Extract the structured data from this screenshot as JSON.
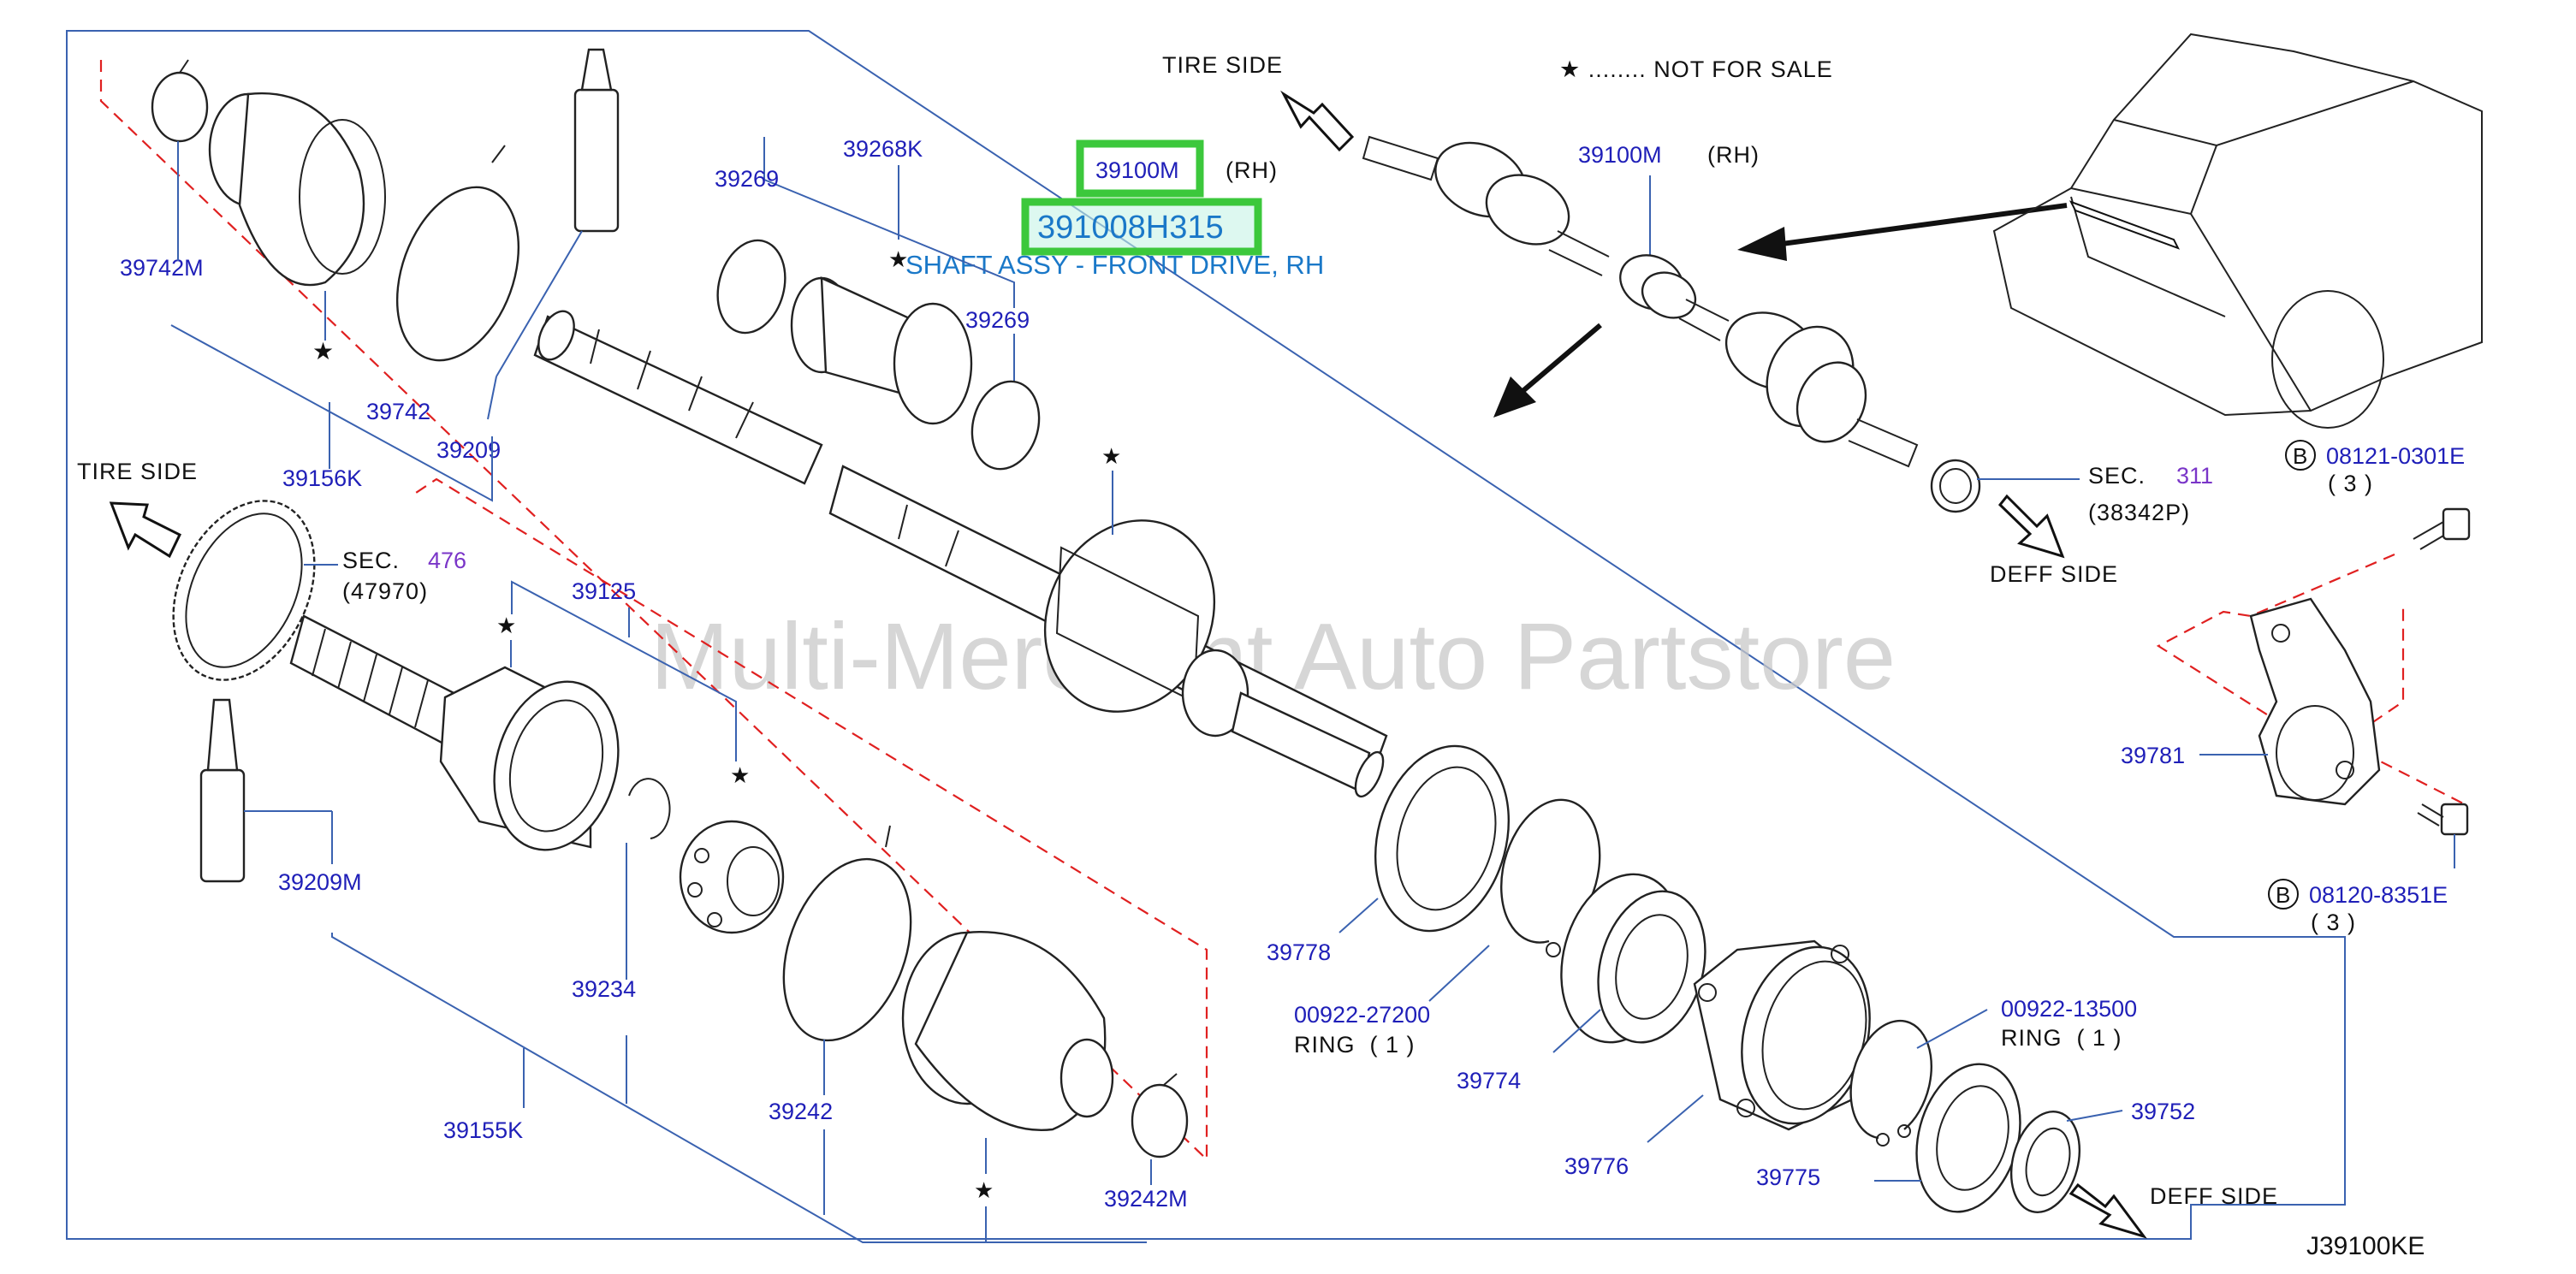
{
  "header": {
    "tire_side_top": "TIRE SIDE",
    "not_for_sale": "★ ........ NOT FOR SALE",
    "highlight_code": "39100M",
    "highlight_code_suffix": "(RH)",
    "highlight_part_number": "391008H315",
    "highlight_description": "SHAFT ASSY - FRONT DRIVE, RH",
    "assembly_code": "39100M",
    "assembly_suffix": "(RH)"
  },
  "watermark": "Multi-Merchant Auto Partstore",
  "diagram_code": "J39100KE",
  "side_labels": {
    "tire_side_left": "TIRE SIDE",
    "deff_side_right": "DEFF SIDE",
    "deff_side_bottom": "DEFF SIDE"
  },
  "sections": {
    "sec_311_prefix": "SEC.",
    "sec_311_num": "311",
    "sec_311_ref": "(38342P)",
    "sec_476_prefix": "SEC.",
    "sec_476_num": "476",
    "sec_476_ref": "(47970)"
  },
  "bolts": {
    "bolt1_letter": "B",
    "bolt1_code": "08121-0301E",
    "bolt1_qty": "( 3 )",
    "bolt2_letter": "B",
    "bolt2_code": "08120-8351E",
    "bolt2_qty": "( 3 )"
  },
  "parts": {
    "p39742M": "39742M",
    "p39742": "39742",
    "p39209": "39209",
    "p39156K": "39156K",
    "p39269a": "39269",
    "p39268K": "39268K",
    "p39269b": "39269",
    "p39125": "39125",
    "p39209M": "39209M",
    "p39234": "39234",
    "p39155K": "39155K",
    "p39242": "39242",
    "p39242M": "39242M",
    "p39778": "39778",
    "p00922_27200": "00922-27200",
    "ring1_label": "RING  ( 1 )",
    "p39774": "39774",
    "p39776": "39776",
    "p39775": "39775",
    "p00922_13500": "00922-13500",
    "ring2_label": "RING  ( 1 )",
    "p39752": "39752",
    "p39781": "39781"
  },
  "colors": {
    "part_number": "#1f1fb8",
    "highlight_box": "#3cc83c",
    "highlight_text": "#1a78c8",
    "dashed_line": "#e02020",
    "leader_line": "#3a62b0",
    "section_number": "#7a35c8"
  },
  "icons": [
    "star-icon",
    "arrow-icon",
    "circle-letter-icon"
  ]
}
